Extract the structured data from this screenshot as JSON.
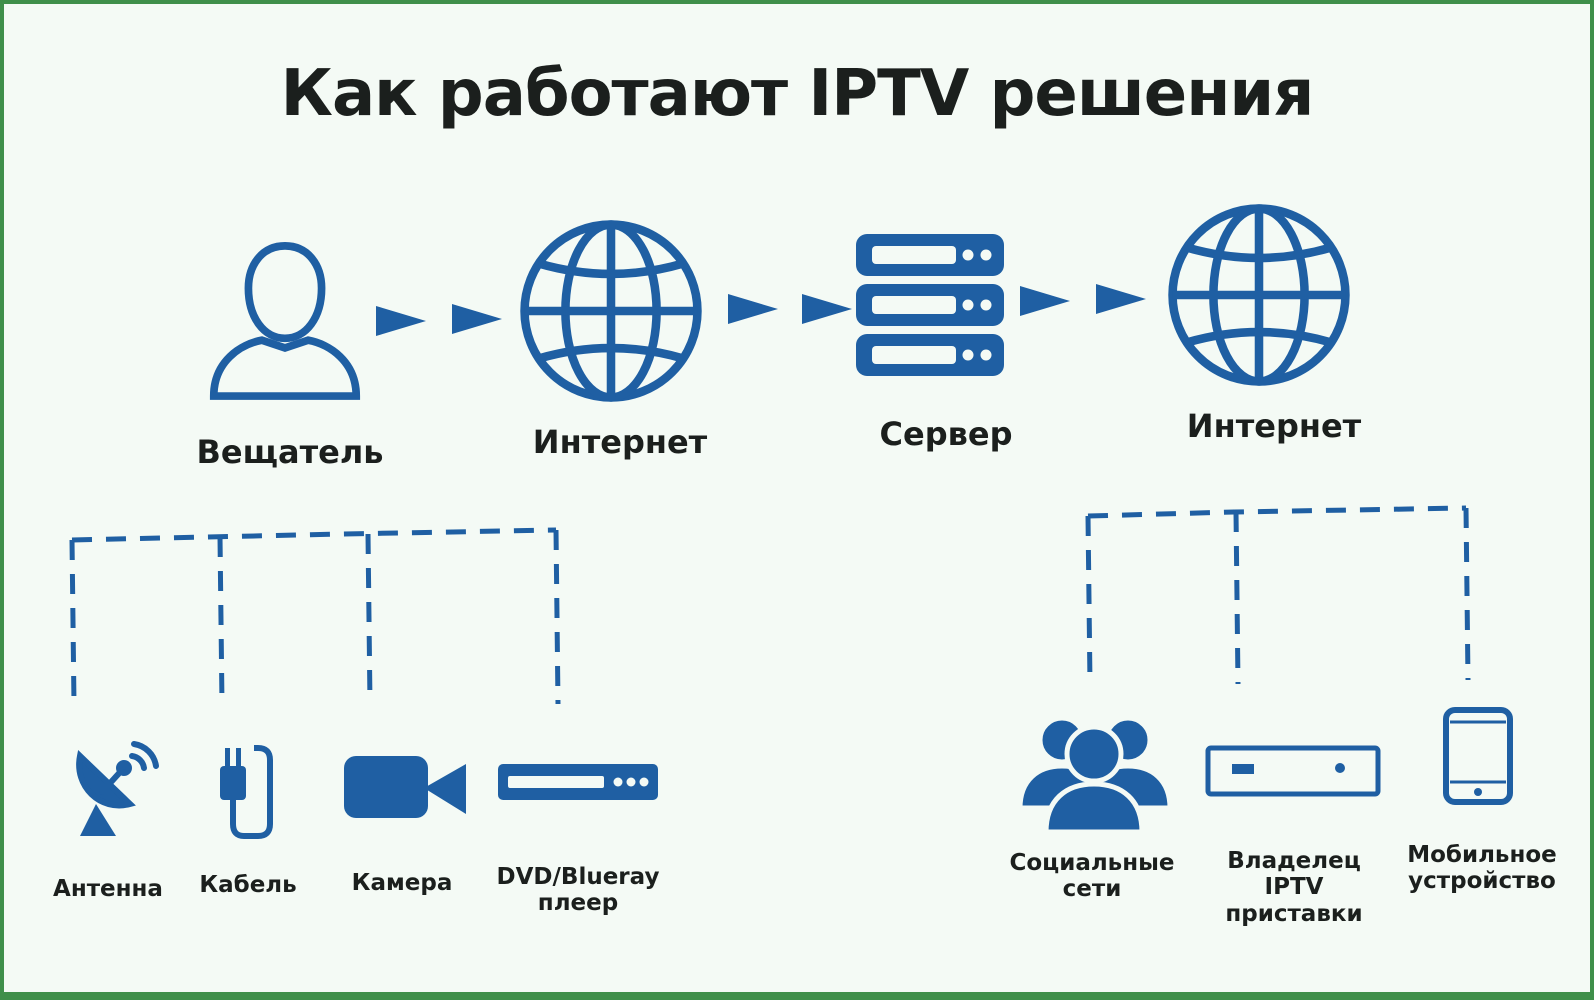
{
  "title": "Как работают IPTV решения",
  "colors": {
    "icon": "#1f5fa3",
    "text": "#1b1f1d",
    "background": "#f4faf5",
    "border": "#3f8f4a"
  },
  "flow": [
    {
      "label": "Вещатель",
      "icon": "person-icon"
    },
    {
      "label": "Интернет",
      "icon": "globe-icon"
    },
    {
      "label": "Сервер",
      "icon": "server-icon"
    },
    {
      "label": "Интернет",
      "icon": "globe-icon"
    }
  ],
  "sources": [
    {
      "label": "Антенна",
      "icon": "satellite-dish-icon"
    },
    {
      "label": "Кабель",
      "icon": "cable-plug-icon"
    },
    {
      "label": "Камера",
      "icon": "video-camera-icon"
    },
    {
      "label": "DVD/Blueray плеер",
      "icon": "dvd-player-icon"
    }
  ],
  "destinations": [
    {
      "label": "Социальные сети",
      "icon": "people-group-icon"
    },
    {
      "label": "Владелец IPTV приставки",
      "icon": "set-top-box-icon"
    },
    {
      "label": "Мобильное устройство",
      "icon": "tablet-icon"
    }
  ]
}
